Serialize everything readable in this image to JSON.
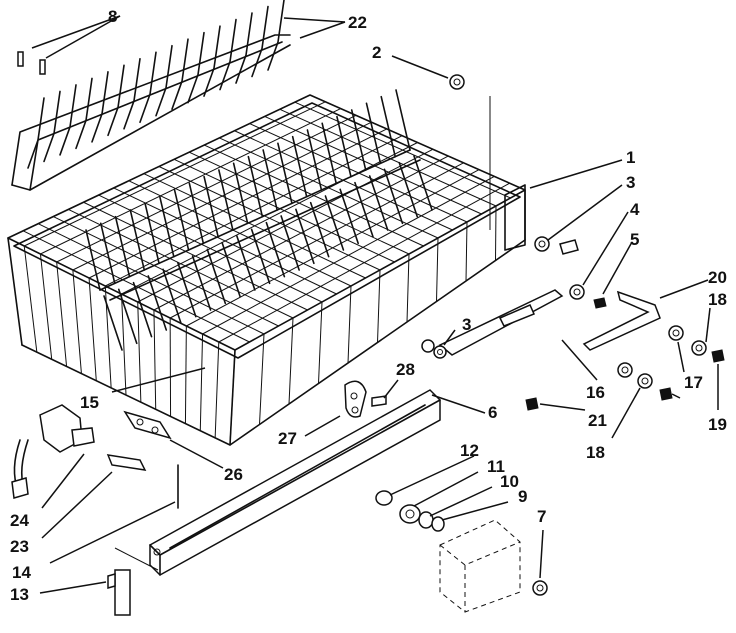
{
  "callouts": [
    {
      "id": "c1",
      "label": "1"
    },
    {
      "id": "c2",
      "label": "2"
    },
    {
      "id": "c3a",
      "label": "3"
    },
    {
      "id": "c3b",
      "label": "3"
    },
    {
      "id": "c4",
      "label": "4"
    },
    {
      "id": "c5",
      "label": "5"
    },
    {
      "id": "c6",
      "label": "6"
    },
    {
      "id": "c7",
      "label": "7"
    },
    {
      "id": "c8",
      "label": "8"
    },
    {
      "id": "c9",
      "label": "9"
    },
    {
      "id": "c10",
      "label": "10"
    },
    {
      "id": "c11",
      "label": "11"
    },
    {
      "id": "c12",
      "label": "12"
    },
    {
      "id": "c13",
      "label": "13"
    },
    {
      "id": "c14",
      "label": "14"
    },
    {
      "id": "c15",
      "label": "15"
    },
    {
      "id": "c16",
      "label": "16"
    },
    {
      "id": "c17",
      "label": "17"
    },
    {
      "id": "c18a",
      "label": "18"
    },
    {
      "id": "c18b",
      "label": "18"
    },
    {
      "id": "c19",
      "label": "19"
    },
    {
      "id": "c20",
      "label": "20"
    },
    {
      "id": "c21",
      "label": "21"
    },
    {
      "id": "c22",
      "label": "22"
    },
    {
      "id": "c23",
      "label": "23"
    },
    {
      "id": "c24",
      "label": "24"
    },
    {
      "id": "c26",
      "label": "26"
    },
    {
      "id": "c27",
      "label": "27"
    },
    {
      "id": "c28",
      "label": "28"
    }
  ]
}
